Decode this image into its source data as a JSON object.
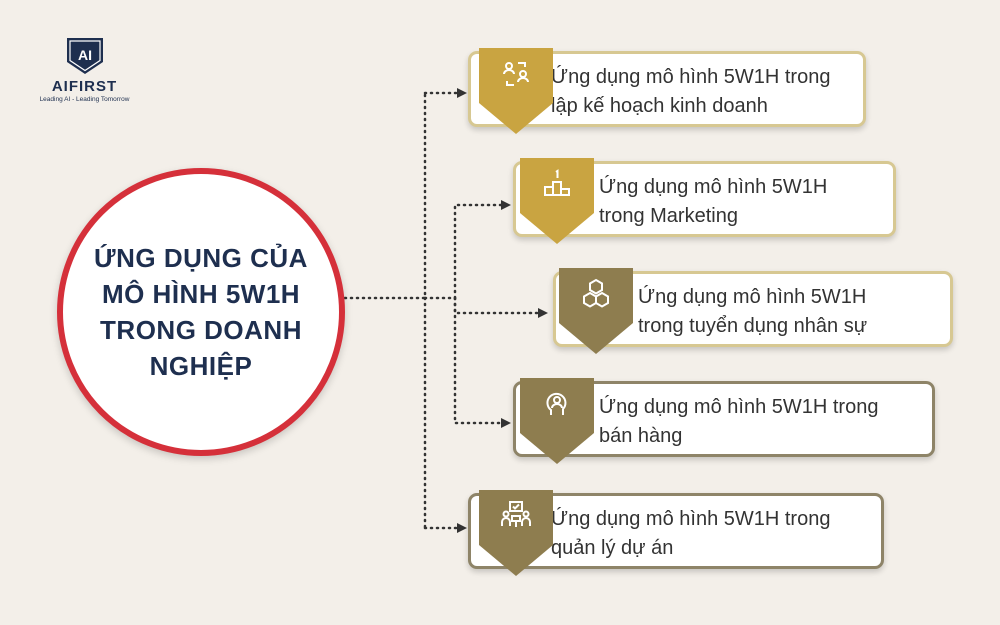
{
  "brand": {
    "logo_text": "AI",
    "name": "AIFIRST",
    "tagline": "Leading AI - Leading Tomorrow"
  },
  "center": {
    "title": "ỨNG DỤNG CỦA MÔ HÌNH 5W1H TRONG DOANH NGHIỆP"
  },
  "colors": {
    "circle_border": "#d5303a",
    "title_text": "#1e2f4f",
    "card_border_gold": "#d7c892",
    "card_border_olive": "#8e8468",
    "badge_gold": "#c9a441",
    "badge_brown": "#8e7d4f",
    "background": "#f3efe9"
  },
  "applications": [
    {
      "line1": "Ứng dụng mô hình 5W1H trong",
      "line2": "lập kế hoạch kinh doanh",
      "icon": "people-exchange-icon"
    },
    {
      "line1": "Ứng dụng mô hình 5W1H",
      "line2": "trong Marketing",
      "icon": "podium-icon"
    },
    {
      "line1": "Ứng dụng mô hình 5W1H",
      "line2": "trong tuyển dụng nhân sự",
      "icon": "boxes-icon"
    },
    {
      "line1": "Ứng dụng mô hình 5W1H trong",
      "line2": "bán hàng",
      "icon": "head-user-icon"
    },
    {
      "line1": "Ứng dụng mô hình 5W1H trong",
      "line2": "quản lý dự án",
      "icon": "team-task-icon"
    }
  ]
}
